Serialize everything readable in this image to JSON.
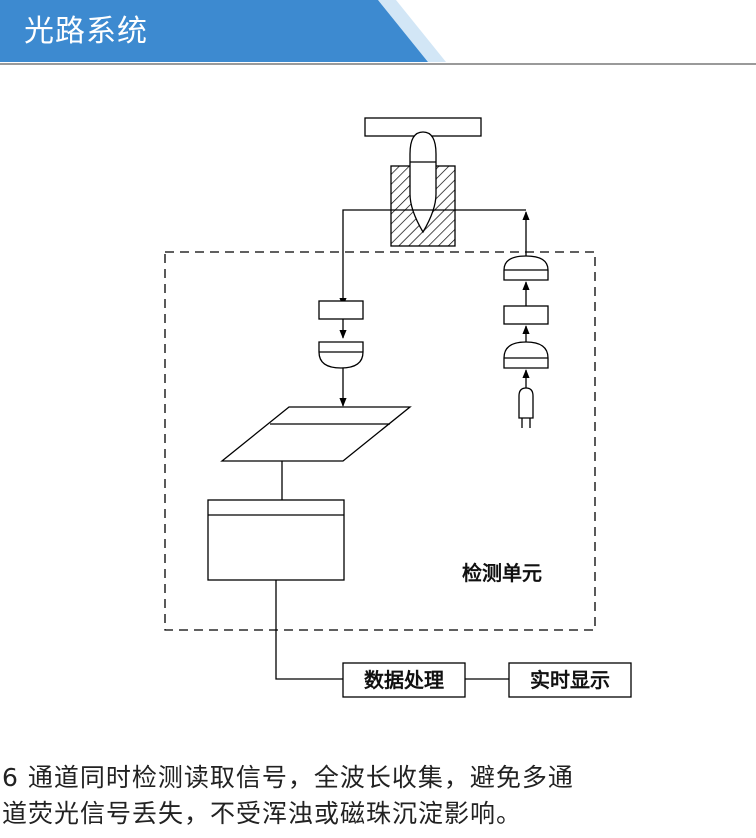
{
  "header": {
    "title": "光路系统",
    "colors": {
      "banner": "#3d8ad0",
      "banner_light": "#5aa6e2",
      "rule": "#9a9a9a"
    }
  },
  "diagram": {
    "region_label": "检测单元",
    "processing_box": "数据处理",
    "display_box": "实时显示",
    "components": [
      "sample-holder-bar",
      "capillary-flow-cell",
      "optical-fiber-path",
      "filter-left",
      "lens-left",
      "grating-plate",
      "detector-array",
      "lens-right-upper",
      "filter-right",
      "lens-right-lower",
      "light-source-lamp"
    ]
  },
  "caption": {
    "line1": "6 通道同时检测读取信号，全波长收集，避免多通",
    "line2": "道荧光信号丢失，不受浑浊或磁珠沉淀影响。"
  }
}
